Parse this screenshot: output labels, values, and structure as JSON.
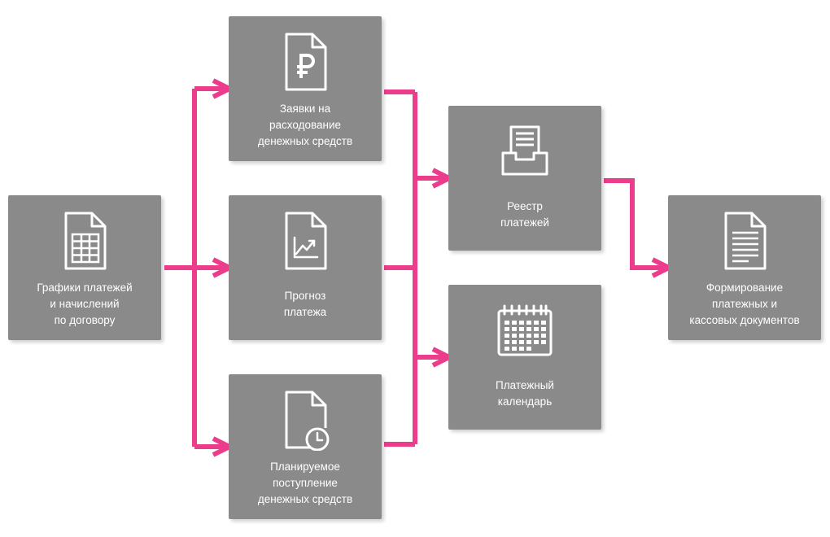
{
  "colors": {
    "box": "#8a8a8a",
    "connector": "#ec3c8c",
    "text": "#ffffff"
  },
  "nodes": {
    "schedules": {
      "icon": "spreadsheet-document-icon",
      "lines": [
        "Графики платежей",
        "и начислений",
        "по договору"
      ]
    },
    "requests": {
      "icon": "ruble-document-icon",
      "lines": [
        "Заявки на",
        "расходование",
        "денежных средств"
      ]
    },
    "forecast": {
      "icon": "chart-document-icon",
      "lines": [
        "Прогноз",
        "платежа"
      ]
    },
    "planned": {
      "icon": "clock-document-icon",
      "lines": [
        "Планируемое",
        "поступление",
        "денежных средств"
      ]
    },
    "registry": {
      "icon": "inbox-tray-icon",
      "lines": [
        "Реестр",
        "платежей"
      ]
    },
    "calendar": {
      "icon": "calendar-icon",
      "lines": [
        "Платежный",
        "календарь"
      ]
    },
    "documents": {
      "icon": "text-document-icon",
      "lines": [
        "Формирование",
        "платежных и",
        "кассовых документов"
      ]
    }
  }
}
